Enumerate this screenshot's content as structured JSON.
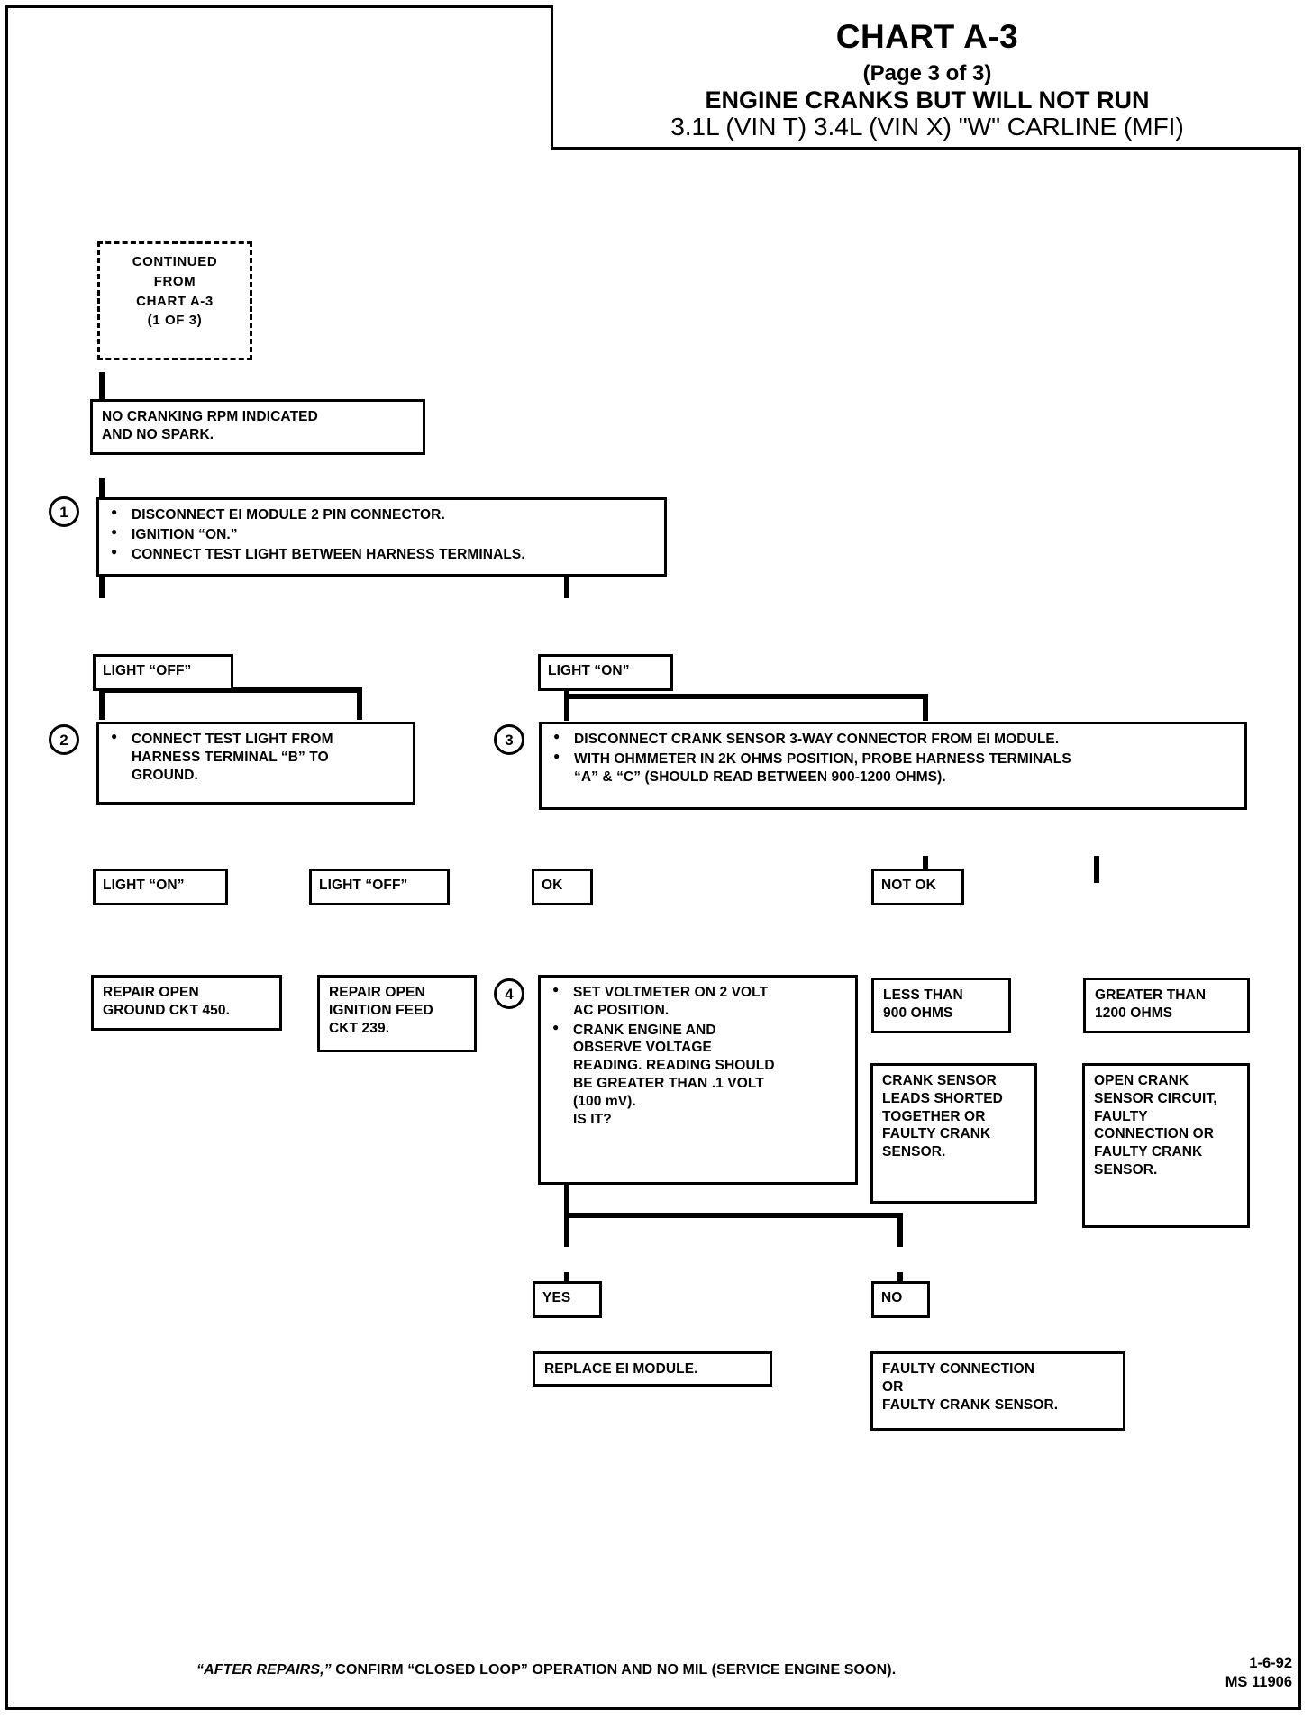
{
  "header": {
    "chart_title": "CHART A-3",
    "page_label": "(Page 3 of 3)",
    "subtitle_line1": "ENGINE CRANKS BUT WILL NOT RUN",
    "subtitle_line2": "3.1L (VIN T) 3.4L (VIN X) \"W\" CARLINE (MFI)"
  },
  "nodes": {
    "continued": {
      "line1": "CONTINUED",
      "line2": "FROM",
      "line3": "CHART A-3",
      "line4": "(1 OF 3)"
    },
    "symptom": {
      "line1": "NO CRANKING RPM INDICATED",
      "line2": "AND NO SPARK."
    },
    "step1": {
      "number": "1",
      "b1": "DISCONNECT EI MODULE 2 PIN CONNECTOR.",
      "b2": "IGNITION “ON.”",
      "b3": "CONNECT TEST LIGHT BETWEEN HARNESS TERMINALS."
    },
    "light_off_1": "LIGHT “OFF”",
    "light_on_1": "LIGHT “ON”",
    "step2": {
      "number": "2",
      "b1_l1": "CONNECT TEST LIGHT  FROM",
      "b1_l2": "HARNESS TERMINAL “B” TO",
      "b1_l3": "GROUND."
    },
    "step3": {
      "number": "3",
      "b1": "DISCONNECT CRANK SENSOR  3-WAY CONNECTOR FROM EI MODULE.",
      "b2_l1": "WITH OHMMETER IN 2K OHMS POSITION, PROBE HARNESS TERMINALS",
      "b2_l2": "“A” & “C”  (SHOULD READ BETWEEN 900-1200 OHMS)."
    },
    "light_on_2": "LIGHT “ON”",
    "light_off_2": "LIGHT “OFF”",
    "ok": "OK",
    "not_ok": "NOT OK",
    "repair_ground": {
      "line1": "REPAIR OPEN",
      "line2": "GROUND CKT 450."
    },
    "repair_ignition": {
      "line1": "REPAIR OPEN",
      "line2": "IGNITION FEED",
      "line3": "CKT 239."
    },
    "step4": {
      "number": "4",
      "b1_l1": "SET VOLTMETER ON 2 VOLT",
      "b1_l2": "AC POSITION.",
      "b2_l1": "CRANK ENGINE AND",
      "b2_l2": "OBSERVE VOLTAGE",
      "b2_l3": "READING.  READING SHOULD",
      "b2_l4": "BE GREATER THAN .1 VOLT",
      "b2_l5": "(100 mV).",
      "b2_l6": "IS IT?"
    },
    "less_than": {
      "line1": "LESS THAN",
      "line2": "900 OHMS"
    },
    "greater_than": {
      "line1": "GREATER THAN",
      "line2": "1200 OHMS"
    },
    "shorted": {
      "line1": "CRANK SENSOR",
      "line2": "LEADS SHORTED",
      "line3": "TOGETHER OR",
      "line4": "FAULTY CRANK",
      "line5": "SENSOR."
    },
    "open_circuit": {
      "line1": "OPEN CRANK",
      "line2": "SENSOR CIRCUIT,",
      "line3": "FAULTY",
      "line4": "CONNECTION OR",
      "line5": "FAULTY CRANK",
      "line6": "SENSOR."
    },
    "yes": "YES",
    "no": "NO",
    "replace_module": "REPLACE EI MODULE.",
    "faulty_connection": {
      "line1": "FAULTY CONNECTION",
      "line2": "OR",
      "line3": "FAULTY CRANK SENSOR."
    }
  },
  "footer": {
    "note_italic": "“AFTER REPAIRS,”",
    "note_rest": " CONFIRM “CLOSED LOOP” OPERATION AND NO MIL (SERVICE ENGINE SOON).",
    "date": "1-6-92",
    "code": "MS 11906"
  }
}
